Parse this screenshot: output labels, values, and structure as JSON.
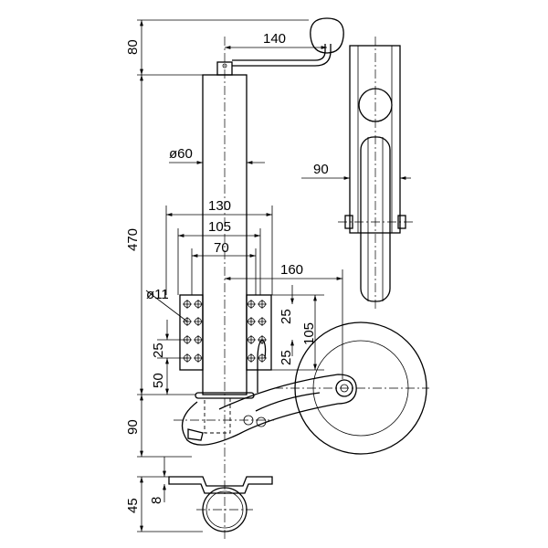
{
  "dimensions": {
    "crank_height": "80",
    "crank_length": "140",
    "total_height": "470",
    "tube_diameter": "ø60",
    "bracket_width_outer": "130",
    "bracket_width_mid": "105",
    "bracket_width_inner": "70",
    "wheel_offset": "160",
    "hole_diameter": "ø11",
    "hole_pitch_right": "25",
    "hole_pitch_right_2": "25",
    "bracket_height": "105",
    "hole_pitch_left": "25",
    "hole_bottom_offset": "50",
    "foot_height": "90",
    "side_width": "90",
    "clamp_height": "45",
    "clamp_plate": "8"
  }
}
